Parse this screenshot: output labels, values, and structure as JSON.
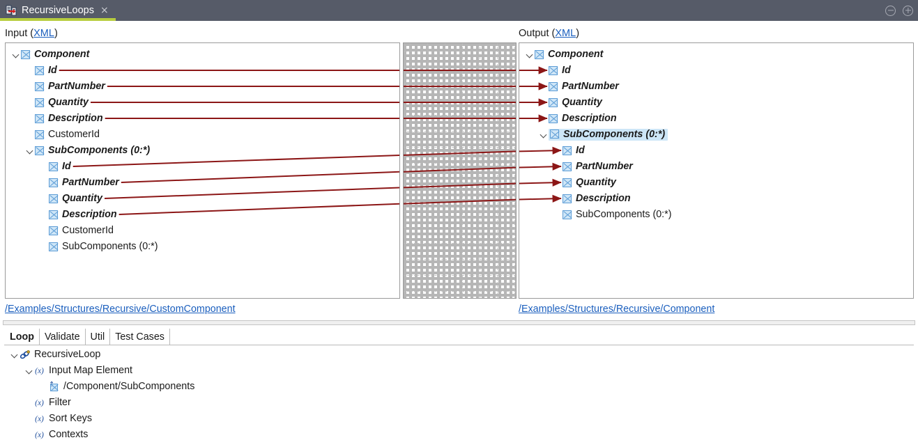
{
  "window": {
    "tab_title": "RecursiveLoops",
    "tab_icon": "mapping-document-icon",
    "close_glyph": "×",
    "accent_color": "#b7cd3e",
    "titlebar_color": "#565b68",
    "minimize_label": "⊖",
    "maximize_label": "⊕"
  },
  "input_panel": {
    "caption_prefix": "Input (",
    "caption_link": "XML",
    "caption_suffix": ")",
    "path": "/Examples/Structures/Recursive/CustomComponent",
    "nodes": [
      {
        "label": "Component",
        "depth": 0,
        "expandable": true,
        "expanded": true,
        "mapped": true,
        "connected": false
      },
      {
        "label": "Id",
        "depth": 1,
        "expandable": false,
        "expanded": false,
        "mapped": true,
        "connected": true
      },
      {
        "label": "PartNumber",
        "depth": 1,
        "expandable": false,
        "expanded": false,
        "mapped": true,
        "connected": true
      },
      {
        "label": "Quantity",
        "depth": 1,
        "expandable": false,
        "expanded": false,
        "mapped": true,
        "connected": true
      },
      {
        "label": "Description",
        "depth": 1,
        "expandable": false,
        "expanded": false,
        "mapped": true,
        "connected": true
      },
      {
        "label": "CustomerId",
        "depth": 1,
        "expandable": false,
        "expanded": false,
        "mapped": false,
        "connected": false
      },
      {
        "label": "SubComponents (0:*)",
        "depth": 1,
        "expandable": true,
        "expanded": true,
        "mapped": true,
        "connected": false
      },
      {
        "label": "Id",
        "depth": 2,
        "expandable": false,
        "expanded": false,
        "mapped": true,
        "connected": true
      },
      {
        "label": "PartNumber",
        "depth": 2,
        "expandable": false,
        "expanded": false,
        "mapped": true,
        "connected": true
      },
      {
        "label": "Quantity",
        "depth": 2,
        "expandable": false,
        "expanded": false,
        "mapped": true,
        "connected": true
      },
      {
        "label": "Description",
        "depth": 2,
        "expandable": false,
        "expanded": false,
        "mapped": true,
        "connected": true
      },
      {
        "label": "CustomerId",
        "depth": 2,
        "expandable": false,
        "expanded": false,
        "mapped": false,
        "connected": false
      },
      {
        "label": "SubComponents (0:*)",
        "depth": 2,
        "expandable": false,
        "expanded": false,
        "mapped": false,
        "connected": false
      }
    ]
  },
  "output_panel": {
    "caption_prefix": "Output (",
    "caption_link": "XML",
    "caption_suffix": ")",
    "path": "/Examples/Structures/Recursive/Component",
    "nodes": [
      {
        "label": "Component",
        "depth": 0,
        "expandable": true,
        "expanded": true,
        "mapped": true,
        "connected": false,
        "selected": false
      },
      {
        "label": "Id",
        "depth": 1,
        "expandable": false,
        "expanded": false,
        "mapped": true,
        "connected": true,
        "selected": false
      },
      {
        "label": "PartNumber",
        "depth": 1,
        "expandable": false,
        "expanded": false,
        "mapped": true,
        "connected": true,
        "selected": false
      },
      {
        "label": "Quantity",
        "depth": 1,
        "expandable": false,
        "expanded": false,
        "mapped": true,
        "connected": true,
        "selected": false
      },
      {
        "label": "Description",
        "depth": 1,
        "expandable": false,
        "expanded": false,
        "mapped": true,
        "connected": true,
        "selected": false
      },
      {
        "label": "SubComponents (0:*)",
        "depth": 1,
        "expandable": true,
        "expanded": true,
        "mapped": true,
        "connected": false,
        "selected": true
      },
      {
        "label": "Id",
        "depth": 2,
        "expandable": false,
        "expanded": false,
        "mapped": true,
        "connected": true,
        "selected": false
      },
      {
        "label": "PartNumber",
        "depth": 2,
        "expandable": false,
        "expanded": false,
        "mapped": true,
        "connected": true,
        "selected": false
      },
      {
        "label": "Quantity",
        "depth": 2,
        "expandable": false,
        "expanded": false,
        "mapped": true,
        "connected": true,
        "selected": false
      },
      {
        "label": "Description",
        "depth": 2,
        "expandable": false,
        "expanded": false,
        "mapped": true,
        "connected": true,
        "selected": false
      },
      {
        "label": "SubComponents (0:*)",
        "depth": 2,
        "expandable": false,
        "expanded": false,
        "mapped": false,
        "connected": false,
        "selected": false
      }
    ]
  },
  "mapping": {
    "line_color": "#8c1616",
    "grid_color": "#bcbcbc",
    "links": [
      {
        "from_row": 1,
        "to_row": 1,
        "kind": "straight"
      },
      {
        "from_row": 2,
        "to_row": 2,
        "kind": "straight"
      },
      {
        "from_row": 3,
        "to_row": 3,
        "kind": "straight"
      },
      {
        "from_row": 4,
        "to_row": 4,
        "kind": "straight"
      },
      {
        "from_row": 7,
        "to_row": 6,
        "kind": "sloped"
      },
      {
        "from_row": 8,
        "to_row": 7,
        "kind": "sloped"
      },
      {
        "from_row": 9,
        "to_row": 8,
        "kind": "sloped"
      },
      {
        "from_row": 10,
        "to_row": 9,
        "kind": "sloped"
      }
    ]
  },
  "bottom_panel": {
    "tabs": [
      {
        "label": "Loop",
        "active": true
      },
      {
        "label": "Validate",
        "active": false
      },
      {
        "label": "Util",
        "active": false
      },
      {
        "label": "Test Cases",
        "active": false
      }
    ],
    "tree": [
      {
        "label": "RecursiveLoop",
        "depth": 0,
        "icon": "loop-icon",
        "expandable": true,
        "expanded": true
      },
      {
        "label": "Input Map Element",
        "depth": 1,
        "icon": "fx-icon",
        "expandable": true,
        "expanded": true
      },
      {
        "label": "/Component/SubComponents",
        "depth": 2,
        "icon": "element-up-icon",
        "expandable": false,
        "expanded": false
      },
      {
        "label": "Filter",
        "depth": 1,
        "icon": "fx-icon",
        "expandable": false,
        "expanded": false
      },
      {
        "label": "Sort Keys",
        "depth": 1,
        "icon": "fx-icon",
        "expandable": false,
        "expanded": false
      },
      {
        "label": "Contexts",
        "depth": 1,
        "icon": "fx-icon",
        "expandable": false,
        "expanded": false
      }
    ],
    "fx_glyph": "(x)"
  }
}
